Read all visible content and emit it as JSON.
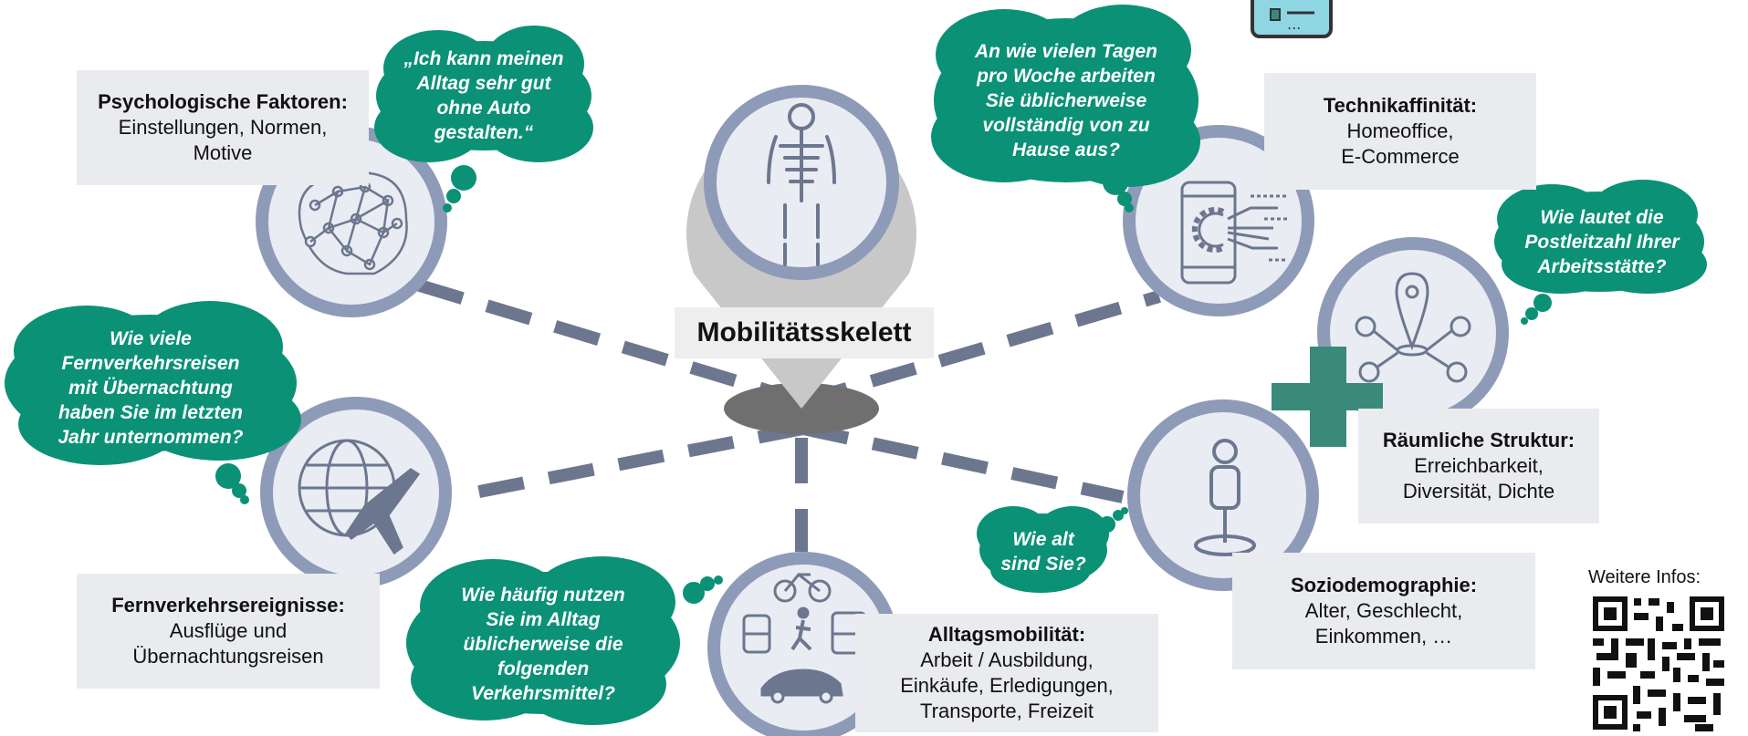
{
  "center": {
    "label": "Mobilitätsskelett"
  },
  "nodes": [
    {
      "id": "psych",
      "icon": "brain-network-icon",
      "title": "Psychologische Faktoren:",
      "lines": [
        "Einstellungen, Normen,",
        "Motive"
      ]
    },
    {
      "id": "fern",
      "icon": "globe-airplane-icon",
      "title": "Fernverkehrsereignisse:",
      "lines": [
        "Ausflüge und",
        "Übernachtungsreisen"
      ]
    },
    {
      "id": "alltag",
      "icon": "transport-modes-icon",
      "title": "Alltagsmobilität:",
      "lines": [
        "Arbeit / Ausbildung,",
        "Einkäufe, Erledigungen,",
        "Transporte, Freizeit"
      ]
    },
    {
      "id": "socio",
      "icon": "person-pin-icon",
      "title": "Soziodemographie:",
      "lines": [
        "Alter, Geschlecht,",
        "Einkommen, …"
      ]
    },
    {
      "id": "raum",
      "icon": "location-network-icon",
      "title": "Räumliche Struktur:",
      "lines": [
        "Erreichbarkeit,",
        "Diversität, Dichte"
      ]
    },
    {
      "id": "technik",
      "icon": "smartphone-gear-icon",
      "title": "Technikaffinität:",
      "lines": [
        "Homeoffice,",
        "E-Commerce"
      ]
    }
  ],
  "questions": {
    "psych": [
      "„Ich kann meinen",
      "Alltag sehr gut",
      "ohne Auto",
      "gestalten.“"
    ],
    "fern": [
      "Wie viele",
      "Fernverkehrsreisen",
      "mit Übernachtung",
      "haben Sie im letzten",
      "Jahr unternommen?"
    ],
    "alltag": [
      "Wie häufig nutzen",
      "Sie im Alltag",
      "üblicherweise die",
      "folgenden",
      "Verkehrsmittel?"
    ],
    "socio": [
      "Wie alt",
      "sind Sie?"
    ],
    "raum": [
      "Wie lautet die",
      "Postleitzahl Ihrer",
      "Arbeitsstätte?"
    ],
    "technik": [
      "An wie vielen Tagen",
      "pro Woche arbeiten",
      "Sie üblicherweise",
      "vollständig von zu",
      "Hause aus?"
    ]
  },
  "info": {
    "label": "Weitere Infos:"
  },
  "colors": {
    "teal": "#0b9176",
    "ring": "#8e9bb8",
    "disc": "#e9ecf3",
    "dash": "#6c778f",
    "hub": "#6f6f6f",
    "plus": "#3a8a7c"
  }
}
